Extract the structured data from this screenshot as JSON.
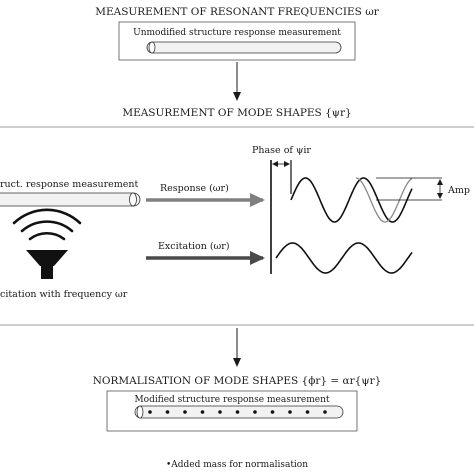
{
  "sections": {
    "resonant": {
      "title": "MEASUREMENT OF RESONANT FREQUENCIES ωr",
      "box_label": "Unmodified structure response measurement"
    },
    "mode_shapes": {
      "title": "MEASUREMENT OF MODE SHAPES {ψr}",
      "structure_label": "ruct. response measurement",
      "excitation_label": "citation with frequency ωr",
      "response_arrow": "Response (ωr)",
      "excitation_arrow": "Excitation (ωr)",
      "phase_label": "Phase of ψir",
      "amplitude_label": "Amp"
    },
    "normalisation": {
      "title": "NORMALISATION OF MODE SHAPES {ϕr} = αr{ψr}",
      "box_label": "Modified structure response measurement",
      "footnote": "•Added mass for normalisation"
    }
  },
  "colors": {
    "ink": "#1a1a1a",
    "arrow": "#808080",
    "panel_border": "#888888",
    "rod_fill": "#f2f2f2"
  },
  "icons": [
    "shaker-icon",
    "sound-wave-icon",
    "mass-dot-icon"
  ]
}
